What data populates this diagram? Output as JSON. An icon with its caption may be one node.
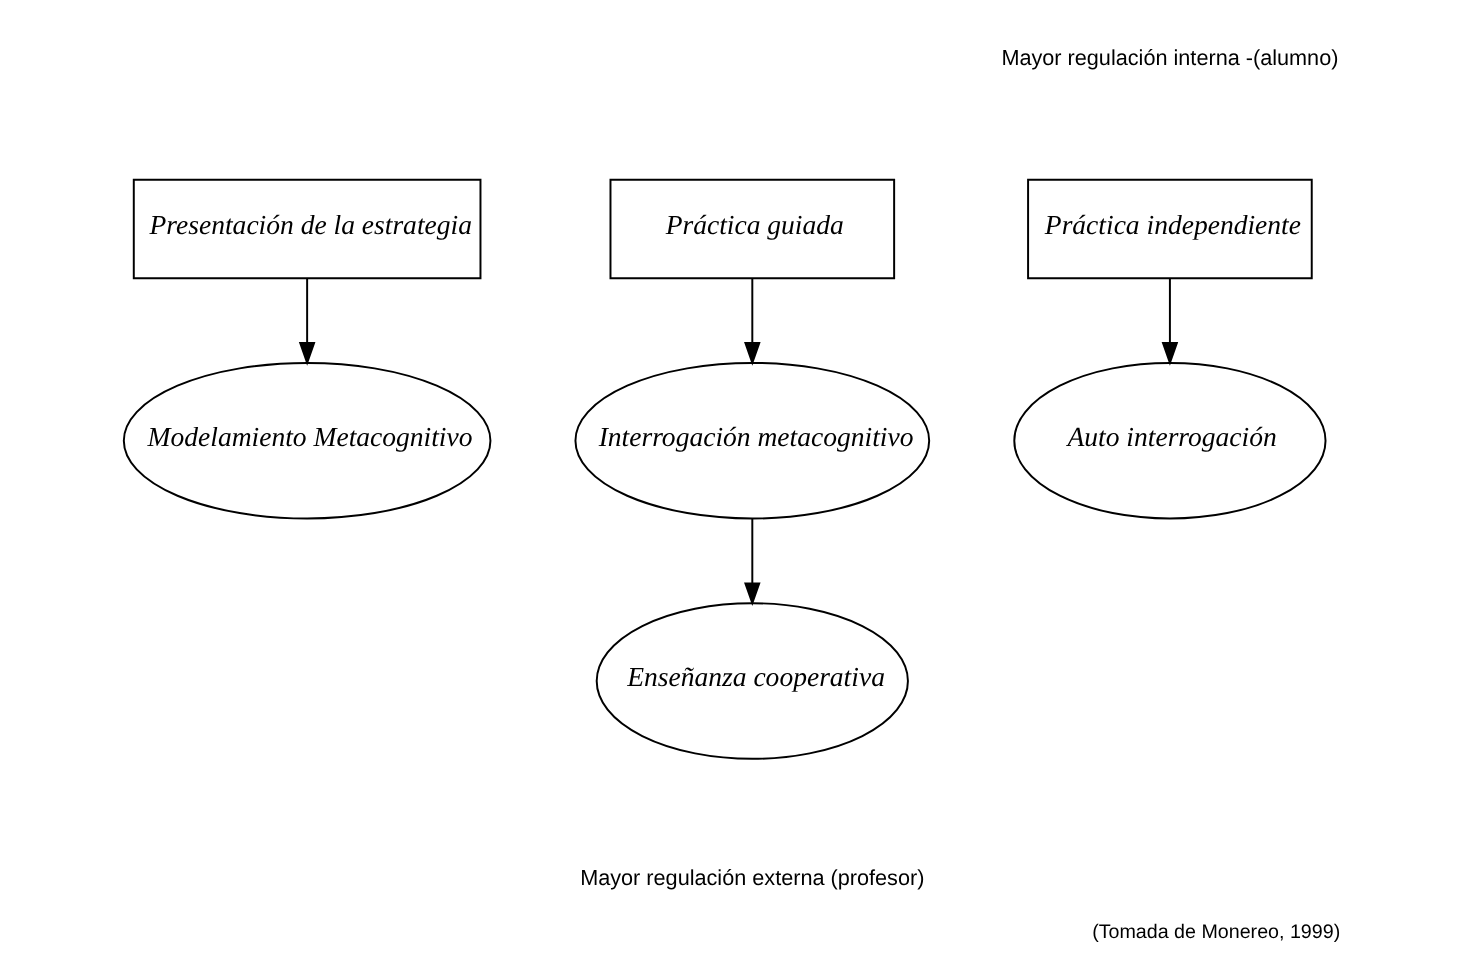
{
  "diagram": {
    "caption": "(Tomada de Monereo, 1999)",
    "nodes": [
      {
        "text": [
          "Presentación de la estrategia"
        ]
      },
      {
        "text": [
          "Práctica guiada"
        ]
      },
      {
        "text": [
          "Práctica independiente"
        ]
      },
      {
        "text": [
          "Modelamiento Metacognitivo"
        ]
      },
      {
        "text": [
          "Interrogación metacognitivo"
        ]
      },
      {
        "text": [
          "Auto interrogación"
        ]
      },
      {
        "text": [
          "Enseñanza cooperativa"
        ]
      }
    ],
    "edges": [
      {
        "from": 0,
        "to": 3,
        "arrow": "to"
      },
      {
        "from": 1,
        "to": 4,
        "arrow": "to"
      },
      {
        "from": 2,
        "to": 5,
        "arrow": "to"
      },
      {
        "from": 4,
        "to": 6,
        "arrow": "to"
      }
    ],
    "labels": [
      "Mayor regulación interna -(alumno)",
      "Mayor regulación externa (profesor)"
    ]
  }
}
